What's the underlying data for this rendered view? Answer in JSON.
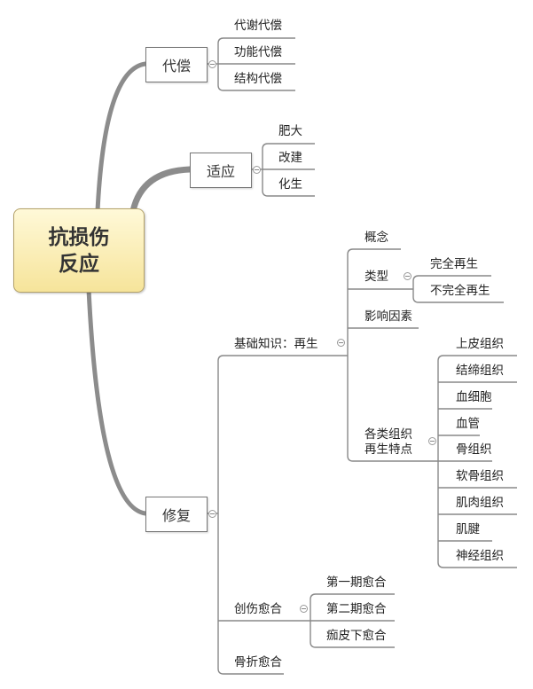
{
  "root": {
    "line1": "抗损伤",
    "line2": "反应"
  },
  "compensation": {
    "label": "代偿",
    "items": [
      "代谢代偿",
      "功能代偿",
      "结构代偿"
    ]
  },
  "adaptation": {
    "label": "适应",
    "items": [
      "肥大",
      "改建",
      "化生"
    ]
  },
  "repair": {
    "label": "修复",
    "basics": {
      "label": "基础知识：再生",
      "concept": "概念",
      "types": {
        "label": "类型",
        "items": [
          "完全再生",
          "不完全再生"
        ]
      },
      "factors": "影响因素",
      "tissues": {
        "line1": "各类组织",
        "line2": "再生特点",
        "items": [
          "上皮组织",
          "结缔组织",
          "血细胞",
          "血管",
          "骨组织",
          "软骨组织",
          "肌肉组织",
          "肌腱",
          "神经组织"
        ]
      }
    },
    "wound": {
      "label": "创伤愈合",
      "items": [
        "第一期愈合",
        "第二期愈合",
        "痂皮下愈合"
      ]
    },
    "fracture": "骨折愈合"
  },
  "colors": {
    "branch": "#8c8c8c",
    "line": "#888888",
    "root_fill": "#f8e9a6",
    "root_border": "#b4a26a"
  }
}
